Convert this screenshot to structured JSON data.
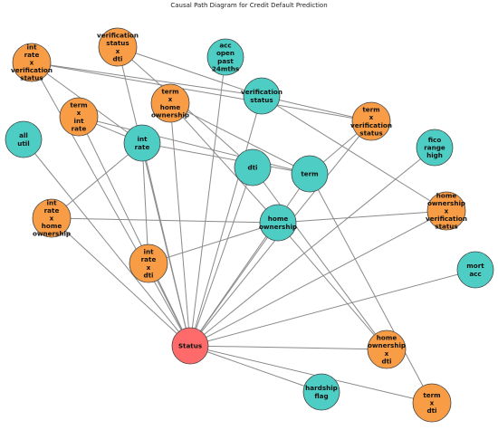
{
  "title": "Causal Path Diagram for Credit Default Prediction",
  "colors": {
    "feature": "#4ecdc4",
    "interaction": "#f89c45",
    "target": "#ff6b6b",
    "edge": "#8a8a8a",
    "node_stroke": "#444444"
  },
  "nodes": [
    {
      "id": "int_rate_x_verification_status",
      "lines": [
        "int",
        "rate",
        "x",
        "verification",
        "status"
      ],
      "kind": "interaction"
    },
    {
      "id": "verification_status_x_dti",
      "lines": [
        "verification",
        "status",
        "x",
        "dti"
      ],
      "kind": "interaction"
    },
    {
      "id": "acc_open_past_24mths",
      "lines": [
        "acc",
        "open",
        "past",
        "24mths"
      ],
      "kind": "feature"
    },
    {
      "id": "term_x_int_rate",
      "lines": [
        "term",
        "x",
        "int",
        "rate"
      ],
      "kind": "interaction"
    },
    {
      "id": "term_x_home_ownership",
      "lines": [
        "term",
        "x",
        "home",
        "ownership"
      ],
      "kind": "interaction"
    },
    {
      "id": "verification_status",
      "lines": [
        "verification",
        "status"
      ],
      "kind": "feature"
    },
    {
      "id": "term_x_verification_status",
      "lines": [
        "term",
        "x",
        "verification",
        "status"
      ],
      "kind": "interaction"
    },
    {
      "id": "all_util",
      "lines": [
        "all",
        "util"
      ],
      "kind": "feature"
    },
    {
      "id": "int_rate",
      "lines": [
        "int",
        "rate"
      ],
      "kind": "feature"
    },
    {
      "id": "fico_range_high",
      "lines": [
        "fico",
        "range",
        "high"
      ],
      "kind": "feature"
    },
    {
      "id": "dti",
      "lines": [
        "dti"
      ],
      "kind": "feature"
    },
    {
      "id": "term",
      "lines": [
        "term"
      ],
      "kind": "feature"
    },
    {
      "id": "home_ownership_x_verification_status",
      "lines": [
        "home",
        "ownership",
        "x",
        "verification",
        "status"
      ],
      "kind": "interaction"
    },
    {
      "id": "int_rate_x_home_ownership",
      "lines": [
        "int",
        "rate",
        "x",
        "home",
        "ownership"
      ],
      "kind": "interaction"
    },
    {
      "id": "home_ownership",
      "lines": [
        "home",
        "ownership"
      ],
      "kind": "feature"
    },
    {
      "id": "int_rate_x_dti",
      "lines": [
        "int",
        "rate",
        "x",
        "dti"
      ],
      "kind": "interaction"
    },
    {
      "id": "mort_acc",
      "lines": [
        "mort",
        "acc"
      ],
      "kind": "feature"
    },
    {
      "id": "status",
      "lines": [
        "Status"
      ],
      "kind": "target"
    },
    {
      "id": "home_ownership_x_dti",
      "lines": [
        "home",
        "ownership",
        "x",
        "dti"
      ],
      "kind": "interaction"
    },
    {
      "id": "hardship_flag",
      "lines": [
        "hardship",
        "flag"
      ],
      "kind": "feature"
    },
    {
      "id": "term_x_dti",
      "lines": [
        "term",
        "x",
        "dti"
      ],
      "kind": "interaction"
    }
  ],
  "edges": [
    [
      "int_rate_x_verification_status",
      "verification_status"
    ],
    [
      "int_rate_x_verification_status",
      "term_x_verification_status"
    ],
    [
      "int_rate_x_verification_status",
      "int_rate"
    ],
    [
      "int_rate_x_verification_status",
      "status"
    ],
    [
      "verification_status_x_dti",
      "verification_status"
    ],
    [
      "verification_status_x_dti",
      "dti"
    ],
    [
      "verification_status_x_dti",
      "status"
    ],
    [
      "acc_open_past_24mths",
      "status"
    ],
    [
      "term_x_int_rate",
      "term"
    ],
    [
      "term_x_int_rate",
      "int_rate"
    ],
    [
      "term_x_int_rate",
      "status"
    ],
    [
      "term_x_home_ownership",
      "term"
    ],
    [
      "term_x_home_ownership",
      "home_ownership"
    ],
    [
      "term_x_home_ownership",
      "status"
    ],
    [
      "verification_status",
      "home_ownership_x_verification_status"
    ],
    [
      "verification_status",
      "term_x_verification_status"
    ],
    [
      "verification_status",
      "status"
    ],
    [
      "term_x_verification_status",
      "term"
    ],
    [
      "term_x_verification_status",
      "status"
    ],
    [
      "all_util",
      "status"
    ],
    [
      "int_rate",
      "term"
    ],
    [
      "int_rate",
      "status"
    ],
    [
      "int_rate",
      "int_rate_x_dti"
    ],
    [
      "int_rate",
      "int_rate_x_home_ownership"
    ],
    [
      "fico_range_high",
      "status"
    ],
    [
      "dti",
      "status"
    ],
    [
      "dti",
      "home_ownership_x_dti"
    ],
    [
      "term",
      "status"
    ],
    [
      "term",
      "term_x_dti"
    ],
    [
      "home_ownership",
      "status"
    ],
    [
      "home_ownership",
      "home_ownership_x_dti"
    ],
    [
      "home_ownership",
      "home_ownership_x_verification_status"
    ],
    [
      "home_ownership",
      "int_rate_x_home_ownership"
    ],
    [
      "home_ownership",
      "int_rate_x_dti"
    ],
    [
      "int_rate_x_home_ownership",
      "status"
    ],
    [
      "int_rate_x_dti",
      "status"
    ],
    [
      "mort_acc",
      "status"
    ],
    [
      "home_ownership_x_verification_status",
      "status"
    ],
    [
      "home_ownership_x_dti",
      "status"
    ],
    [
      "hardship_flag",
      "status"
    ],
    [
      "term_x_dti",
      "status"
    ]
  ]
}
